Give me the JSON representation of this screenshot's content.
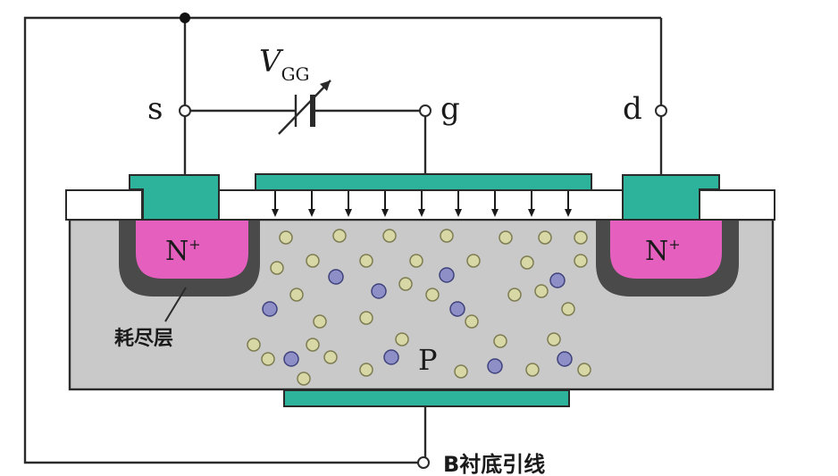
{
  "labels": {
    "source": "s",
    "gate": "g",
    "drain": "d",
    "vgg_main": "V",
    "vgg_sub": "GG",
    "n_plus_left": "N",
    "n_plus_right": "N",
    "n_sup": "+",
    "p_region": "P",
    "depletion": "耗尽层",
    "substrate_prefix": "B",
    "substrate_lead": "衬底引线"
  },
  "colors": {
    "wire": "#2a2a2a",
    "substrate": "#c9c9c9",
    "n_region": "#e55fbf",
    "depletion": "#4a4a4a",
    "metal": "#2db39b",
    "oxide": "#ffffff",
    "electron": "#8d8fc6",
    "hole": "#d8d7a6"
  }
}
